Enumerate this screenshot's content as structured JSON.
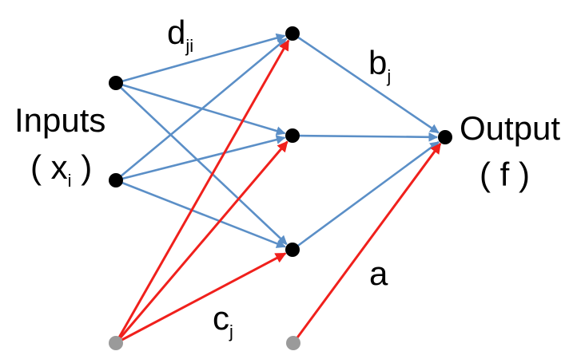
{
  "colors": {
    "weight_edge": "#5b8fc7",
    "bias_edge": "#f0201c",
    "node": "#000000",
    "bias_node": "#9a9a9a"
  },
  "labels": {
    "inputs": "Inputs",
    "inputs_open": "( x",
    "inputs_sub": "i",
    "inputs_close": " )",
    "output": "Output",
    "output_sym": "( f )",
    "d_main": "d",
    "d_sub": "ji",
    "b_main": "b",
    "b_sub": "j",
    "c_main": "c",
    "c_sub": "j",
    "a": "a"
  },
  "network": {
    "nodes": [
      {
        "id": "x1",
        "kind": "input"
      },
      {
        "id": "x2",
        "kind": "input"
      },
      {
        "id": "h1",
        "kind": "hidden"
      },
      {
        "id": "h2",
        "kind": "hidden"
      },
      {
        "id": "h3",
        "kind": "hidden"
      },
      {
        "id": "f",
        "kind": "output"
      },
      {
        "id": "bias_hidden",
        "kind": "bias"
      },
      {
        "id": "bias_output",
        "kind": "bias"
      }
    ],
    "edges": [
      {
        "from": "x1",
        "to": "h1",
        "kind": "weight"
      },
      {
        "from": "x1",
        "to": "h2",
        "kind": "weight"
      },
      {
        "from": "x1",
        "to": "h3",
        "kind": "weight"
      },
      {
        "from": "x2",
        "to": "h1",
        "kind": "weight"
      },
      {
        "from": "x2",
        "to": "h2",
        "kind": "weight"
      },
      {
        "from": "x2",
        "to": "h3",
        "kind": "weight"
      },
      {
        "from": "h1",
        "to": "f",
        "kind": "weight"
      },
      {
        "from": "h2",
        "to": "f",
        "kind": "weight"
      },
      {
        "from": "h3",
        "to": "f",
        "kind": "weight"
      },
      {
        "from": "bias_hidden",
        "to": "h1",
        "kind": "bias"
      },
      {
        "from": "bias_hidden",
        "to": "h2",
        "kind": "bias"
      },
      {
        "from": "bias_hidden",
        "to": "h3",
        "kind": "bias"
      },
      {
        "from": "bias_output",
        "to": "f",
        "kind": "bias"
      }
    ]
  }
}
